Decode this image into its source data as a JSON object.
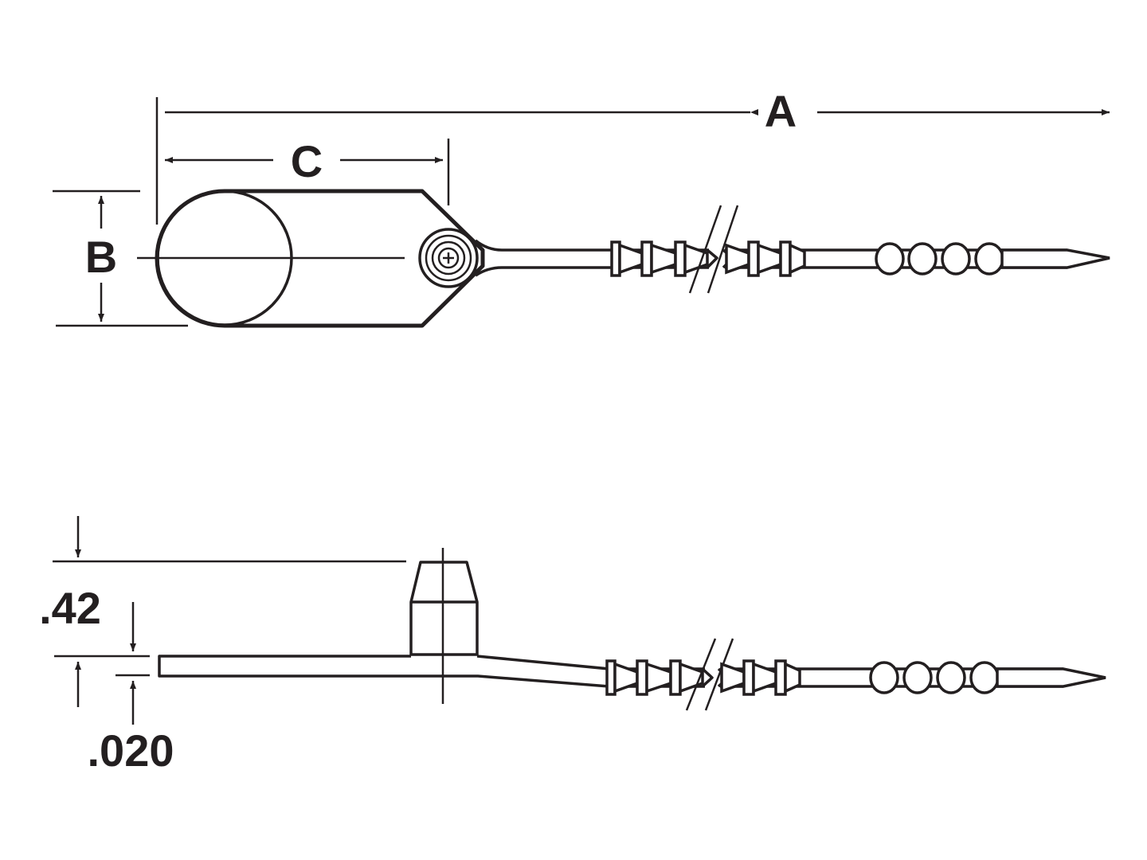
{
  "labels": {
    "length": "A",
    "width": "B",
    "tag_length": "C",
    "height": ".42",
    "thickness": ".020"
  }
}
